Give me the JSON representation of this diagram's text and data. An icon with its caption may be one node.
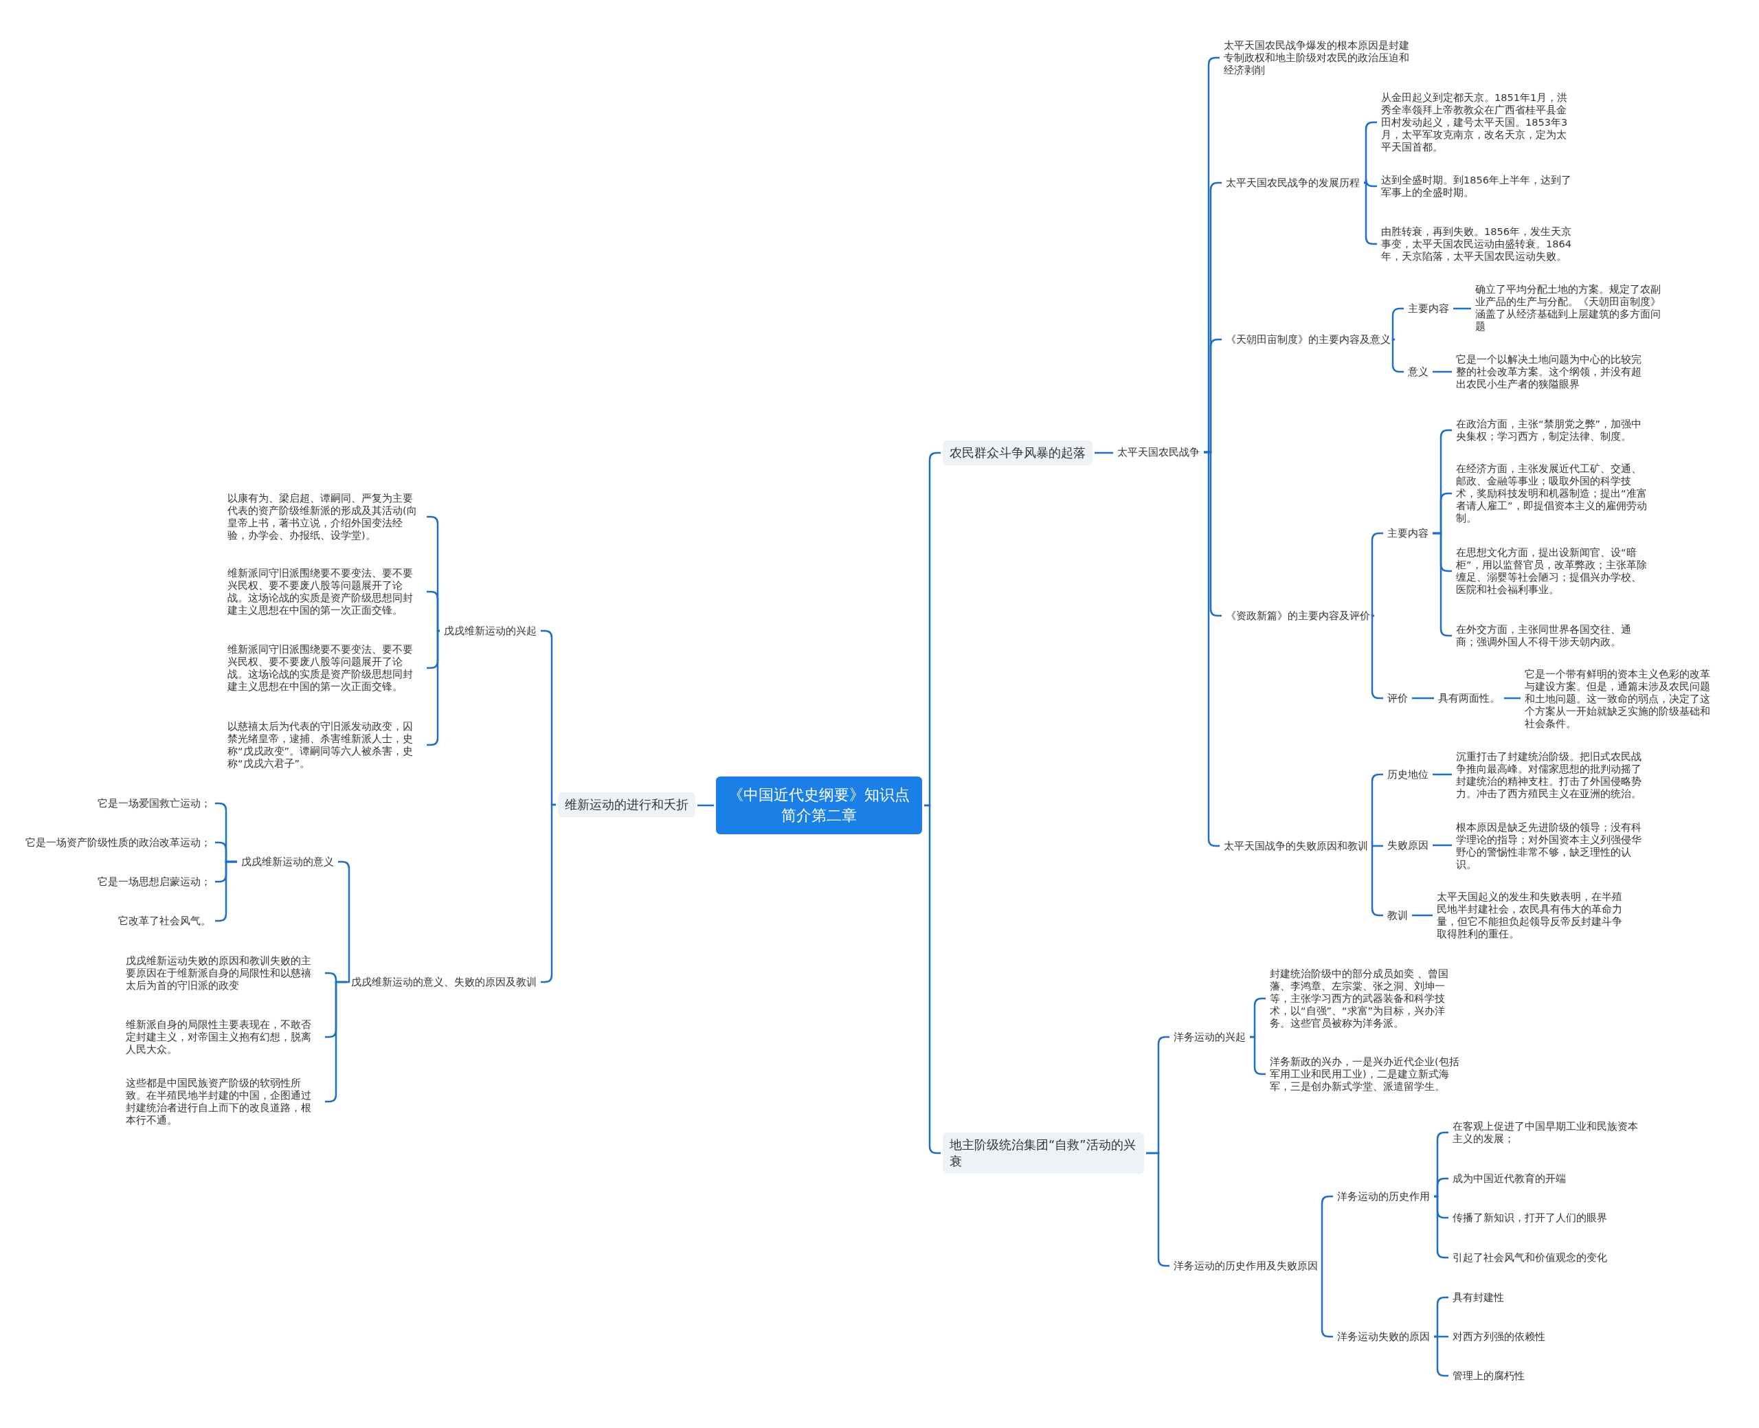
{
  "diagram": {
    "nodes": [
      {
        "text": [
          "《中国近代史纲要》知识点简介第二章"
        ]
      },
      {
        "text": [
          "农民群众斗争风暴的起落"
        ]
      },
      {
        "text": [
          "太平天国农民战争"
        ]
      },
      {
        "text": [
          "太平天国农民战争爆发的根本原因是封建专制政权和地主阶级对农民的政治压迫和经济剥削"
        ]
      },
      {
        "text": [
          "太平天国农民战争的发展历程"
        ]
      },
      {
        "text": [
          "从金田起义到定都天京。1851年1月，洪秀全率领拜上帝教教众在广西省桂平县金田村发动起义，建号太平天国。1853年3月，太平军攻克南京，改名天京，定为太平天国首都。"
        ]
      },
      {
        "text": [
          "达到全盛时期。到1856年上半年，达到了军事上的全盛时期。"
        ]
      },
      {
        "text": [
          "由胜转衰，再到失败。1856年，发生天京事变，太平天国农民运动由盛转衰。1864年，天京陷落，太平天国农民运动失败。"
        ]
      },
      {
        "text": [
          "《天朝田亩制度》的主要内容及意义"
        ]
      },
      {
        "text": [
          "主要内容"
        ]
      },
      {
        "text": [
          "确立了平均分配土地的方案。规定了农副业产品的生产与分配。《天朝田亩制度》涵盖了从经济基础到上层建筑的多方面问题"
        ]
      },
      {
        "text": [
          "意义"
        ]
      },
      {
        "text": [
          "它是一个以解决土地问题为中心的比较完整的社会改革方案。这个纲领，并没有超出农民小生产者的狭隘眼界"
        ]
      },
      {
        "text": [
          "《资政新篇》的主要内容及评价"
        ]
      },
      {
        "text": [
          "主要内容"
        ]
      },
      {
        "text": [
          "在政治方面，主张“禁朋党之弊”，加强中央集权；学习西方，制定法律、制度。"
        ]
      },
      {
        "text": [
          "在经济方面，主张发展近代工矿、交通、邮政、金融等事业；吸取外国的科学技术，奖励科技发明和机器制造；提出“准富者请人雇工”，即提倡资本主义的雇佣劳动制。"
        ]
      },
      {
        "text": [
          "在思想文化方面，提出设新闻官、设“暗柜”，用以监督官员，改革弊政；主张革除缠足、溺婴等社会陋习；提倡兴办学校、医院和社会福利事业。"
        ]
      },
      {
        "text": [
          "在外交方面，主张同世界各国交往、通商；强调外国人不得干涉天朝内政。"
        ]
      },
      {
        "text": [
          "评价"
        ]
      },
      {
        "text": [
          "具有两面性。"
        ]
      },
      {
        "text": [
          "它是一个带有鲜明的资本主义色彩的改革与建设方案。但是，通篇未涉及农民问题和土地问题。这一致命的弱点，决定了这个方案从一开始就缺乏实施的阶级基础和社会条件。"
        ]
      },
      {
        "text": [
          "太平天国战争的失败原因和教训"
        ]
      },
      {
        "text": [
          "历史地位"
        ]
      },
      {
        "text": [
          "沉重打击了封建统治阶级。把旧式农民战争推向最高峰。对儒家思想的批判动摇了封建统治的精神支柱。打击了外国侵略势力。冲击了西方殖民主义在亚洲的统治。"
        ]
      },
      {
        "text": [
          "失败原因"
        ]
      },
      {
        "text": [
          "根本原因是缺乏先进阶级的领导；没有科学理论的指导；对外国资本主义列强侵华野心的警惕性非常不够，缺乏理性的认识。"
        ]
      },
      {
        "text": [
          "教训"
        ]
      },
      {
        "text": [
          "太平天国起义的发生和失败表明，在半殖民地半封建社会，农民具有伟大的革命力量，但它不能担负起领导反帝反封建斗争取得胜利的重任。"
        ]
      },
      {
        "text": [
          "地主阶级统治集团“自救”活动的兴衰"
        ]
      },
      {
        "text": [
          "洋务运动的兴起"
        ]
      },
      {
        "text": [
          "封建统治阶级中的部分成员如奕 、曾国藩、李鸿章、左宗棠、张之洞、刘坤一等，主张学习西方的武器装备和科学技术，以“自强”、“求富”为目标，兴办洋务。这些官员被称为洋务派。"
        ]
      },
      {
        "text": [
          "洋务新政的兴办，一是兴办近代企业(包括军用工业和民用工业)，二是建立新式海军，三是创办新式学堂、派遣留学生。"
        ]
      },
      {
        "text": [
          "洋务运动的历史作用及失败原因"
        ]
      },
      {
        "text": [
          "洋务运动的历史作用"
        ]
      },
      {
        "text": [
          "在客观上促进了中国早期工业和民族资本主义的发展；"
        ]
      },
      {
        "text": [
          "成为中国近代教育的开端"
        ]
      },
      {
        "text": [
          "传播了新知识，打开了人们的眼界"
        ]
      },
      {
        "text": [
          "引起了社会风气和价值观念的变化"
        ]
      },
      {
        "text": [
          "洋务运动失败的原因"
        ]
      },
      {
        "text": [
          "具有封建性"
        ]
      },
      {
        "text": [
          "对西方列强的依赖性"
        ]
      },
      {
        "text": [
          "管理上的腐朽性"
        ]
      },
      {
        "text": [
          "维新运动的进行和夭折"
        ]
      },
      {
        "text": [
          "戊戌维新运动的兴起"
        ]
      },
      {
        "text": [
          "以康有为、梁启超、谭嗣同、严复为主要代表的资产阶级维新派的形成及其活动(向皇帝上书，著书立说，介绍外国变法经验，办学会、办报纸、设学堂)。"
        ]
      },
      {
        "text": [
          "维新派同守旧派围绕要不要变法、要不要兴民权、要不要废八股等问题展开了论战。这场论战的实质是资产阶级思想同封建主义思想在中国的第一次正面交锋。"
        ]
      },
      {
        "text": [
          "维新派同守旧派围绕要不要变法、要不要兴民权、要不要废八股等问题展开了论战。这场论战的实质是资产阶级思想同封建主义思想在中国的第一次正面交锋。"
        ]
      },
      {
        "text": [
          "以慈禧太后为代表的守旧派发动政变，囚禁光绪皇帝，逮捕、杀害维新派人士，史称“戊戌政变”。谭嗣同等六人被杀害，史称“戊戌六君子”。"
        ]
      },
      {
        "text": [
          "戊戌维新运动的意义、失败的原因及教训"
        ]
      },
      {
        "text": [
          "戊戌维新运动的意义"
        ]
      },
      {
        "text": [
          "它是一场爱国救亡运动；"
        ]
      },
      {
        "text": [
          "它是一场资产阶级性质的政治改革运动；"
        ]
      },
      {
        "text": [
          "它是一场思想启蒙运动；"
        ]
      },
      {
        "text": [
          "它改革了社会风气。"
        ]
      },
      {
        "text": [
          "戊戌维新运动失败的原因和教训失败的主要原因在于维新派自身的局限性和以慈禧太后为首的守旧派的政变"
        ]
      },
      {
        "text": [
          "维新派自身的局限性主要表现在，不敢否定封建主义，对帝国主义抱有幻想，脱离人民大众。"
        ]
      },
      {
        "text": [
          "这些都是中国民族资产阶级的软弱性所致。在半殖民地半封建的中国，企图通过封建统治者进行自上而下的改良道路，根本行不通。"
        ]
      }
    ],
    "edges": [
      {
        "from": 0,
        "to": 1,
        "arrow": "none"
      },
      {
        "from": 0,
        "to": 29,
        "arrow": "none"
      },
      {
        "from": 0,
        "to": 43,
        "arrow": "none"
      },
      {
        "from": 1,
        "to": 2,
        "arrow": "none"
      },
      {
        "from": 2,
        "to": 3,
        "arrow": "none"
      },
      {
        "from": 2,
        "to": 4,
        "arrow": "none"
      },
      {
        "from": 2,
        "to": 8,
        "arrow": "none"
      },
      {
        "from": 2,
        "to": 13,
        "arrow": "none"
      },
      {
        "from": 2,
        "to": 22,
        "arrow": "none"
      },
      {
        "from": 4,
        "to": 5,
        "arrow": "none"
      },
      {
        "from": 4,
        "to": 6,
        "arrow": "none"
      },
      {
        "from": 4,
        "to": 7,
        "arrow": "none"
      },
      {
        "from": 8,
        "to": 9,
        "arrow": "none"
      },
      {
        "from": 8,
        "to": 11,
        "arrow": "none"
      },
      {
        "from": 9,
        "to": 10,
        "arrow": "none"
      },
      {
        "from": 11,
        "to": 12,
        "arrow": "none"
      },
      {
        "from": 13,
        "to": 14,
        "arrow": "none"
      },
      {
        "from": 13,
        "to": 19,
        "arrow": "none"
      },
      {
        "from": 14,
        "to": 15,
        "arrow": "none"
      },
      {
        "from": 14,
        "to": 16,
        "arrow": "none"
      },
      {
        "from": 14,
        "to": 17,
        "arrow": "none"
      },
      {
        "from": 14,
        "to": 18,
        "arrow": "none"
      },
      {
        "from": 19,
        "to": 20,
        "arrow": "none"
      },
      {
        "from": 20,
        "to": 21,
        "arrow": "none"
      },
      {
        "from": 22,
        "to": 23,
        "arrow": "none"
      },
      {
        "from": 22,
        "to": 25,
        "arrow": "none"
      },
      {
        "from": 22,
        "to": 27,
        "arrow": "none"
      },
      {
        "from": 23,
        "to": 24,
        "arrow": "none"
      },
      {
        "from": 25,
        "to": 26,
        "arrow": "none"
      },
      {
        "from": 27,
        "to": 28,
        "arrow": "none"
      },
      {
        "from": 29,
        "to": 30,
        "arrow": "none"
      },
      {
        "from": 29,
        "to": 33,
        "arrow": "none"
      },
      {
        "from": 30,
        "to": 31,
        "arrow": "none"
      },
      {
        "from": 30,
        "to": 32,
        "arrow": "none"
      },
      {
        "from": 33,
        "to": 34,
        "arrow": "none"
      },
      {
        "from": 33,
        "to": 39,
        "arrow": "none"
      },
      {
        "from": 34,
        "to": 35,
        "arrow": "none"
      },
      {
        "from": 34,
        "to": 36,
        "arrow": "none"
      },
      {
        "from": 34,
        "to": 37,
        "arrow": "none"
      },
      {
        "from": 34,
        "to": 38,
        "arrow": "none"
      },
      {
        "from": 39,
        "to": 40,
        "arrow": "none"
      },
      {
        "from": 39,
        "to": 41,
        "arrow": "none"
      },
      {
        "from": 39,
        "to": 42,
        "arrow": "none"
      },
      {
        "from": 43,
        "to": 44,
        "arrow": "none"
      },
      {
        "from": 43,
        "to": 49,
        "arrow": "none"
      },
      {
        "from": 44,
        "to": 45,
        "arrow": "none"
      },
      {
        "from": 44,
        "to": 46,
        "arrow": "none"
      },
      {
        "from": 44,
        "to": 47,
        "arrow": "none"
      },
      {
        "from": 44,
        "to": 48,
        "arrow": "none"
      },
      {
        "from": 49,
        "to": 50,
        "arrow": "none"
      },
      {
        "from": 49,
        "to": 55,
        "arrow": "none"
      },
      {
        "from": 49,
        "to": 56,
        "arrow": "none"
      },
      {
        "from": 49,
        "to": 57,
        "arrow": "none"
      },
      {
        "from": 50,
        "to": 51,
        "arrow": "none"
      },
      {
        "from": 50,
        "to": 52,
        "arrow": "none"
      },
      {
        "from": 50,
        "to": 53,
        "arrow": "none"
      },
      {
        "from": 50,
        "to": 54,
        "arrow": "none"
      }
    ]
  }
}
